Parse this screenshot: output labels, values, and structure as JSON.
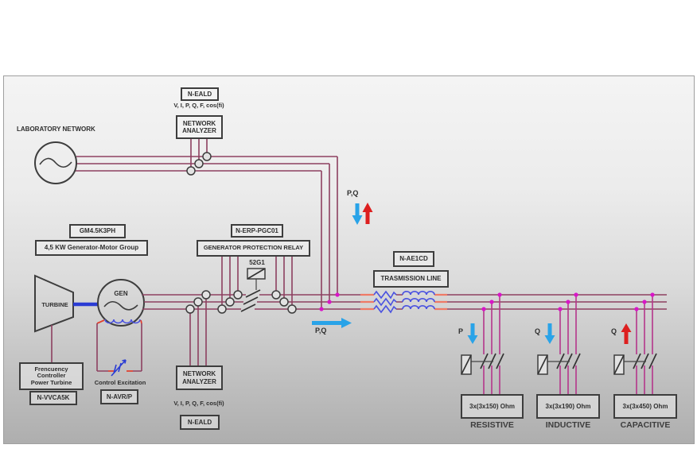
{
  "colors": {
    "phase_line": "#8d4060",
    "tap_line": "#b5368b",
    "junction_dot": "#d816c8",
    "component_blue": "#4a52e0",
    "shaft_blue": "#2a3cd4",
    "arrow_blue": "#29a3e8",
    "arrow_red": "#dd1f1f",
    "connector_salmon": "#ef7a66",
    "outline": "#3d3d3d"
  },
  "top": {
    "n_eald": "N-EALD",
    "measurements": "V, I, P, Q, F, cos(fi)",
    "analyzer": "NETWORK ANALYZER",
    "lab_network": "LABORATORY NETWORK",
    "pq": "P,Q"
  },
  "generator": {
    "code": "GM4.5K3PH",
    "group": "4,5 KW Generator-Motor Group",
    "turbine": "TURBINE",
    "gen": "GEN",
    "freq_l1": "Frencuency",
    "freq_l2": "Controller",
    "freq_l3": "Power Turbine",
    "freq_code": "N-VVCA5K",
    "excitation": "Control Excitation",
    "excitation_code": "N-AVR/P"
  },
  "protection": {
    "code": "N-ERP-PGC01",
    "name": "GENERATOR PROTECTION RELAY",
    "breaker_id": "52G1"
  },
  "transmission": {
    "code": "N-AE1CD",
    "name": "TRASMISSION LINE"
  },
  "analyzer_bottom": {
    "analyzer": "NETWORK ANALYZER",
    "measurements": "V, I, P, Q, F, cos(fi)",
    "code": "N-EALD"
  },
  "flow": {
    "pq_right": "P,Q"
  },
  "loads": [
    {
      "value": "3x(3x150) Ohm",
      "name": "RESISTIVE",
      "arrow_letter": "P"
    },
    {
      "value": "3x(3x190) Ohm",
      "name": "INDUCTIVE",
      "arrow_letter": "Q"
    },
    {
      "value": "3x(3x450) Ohm",
      "name": "CAPACITIVE",
      "arrow_letter": "Q"
    }
  ]
}
